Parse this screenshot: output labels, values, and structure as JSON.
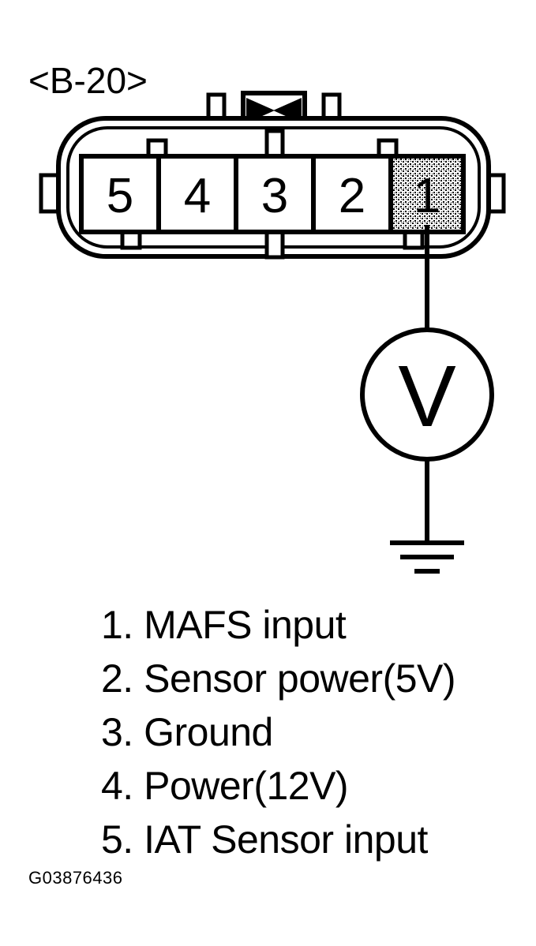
{
  "connector": {
    "id": "<B-20>",
    "pins": [
      "5",
      "4",
      "3",
      "2",
      "1"
    ],
    "measured_pin": "1"
  },
  "meter": {
    "label": "V"
  },
  "legend": [
    "1. MAFS input",
    "2. Sensor power(5V)",
    "3. Ground",
    "4. Power(12V)",
    "5. IAT Sensor input"
  ],
  "figure_code": "G03876436",
  "colors": {
    "ink": "#000000",
    "background": "#ffffff",
    "highlight_pin": "#9a9a9a"
  }
}
